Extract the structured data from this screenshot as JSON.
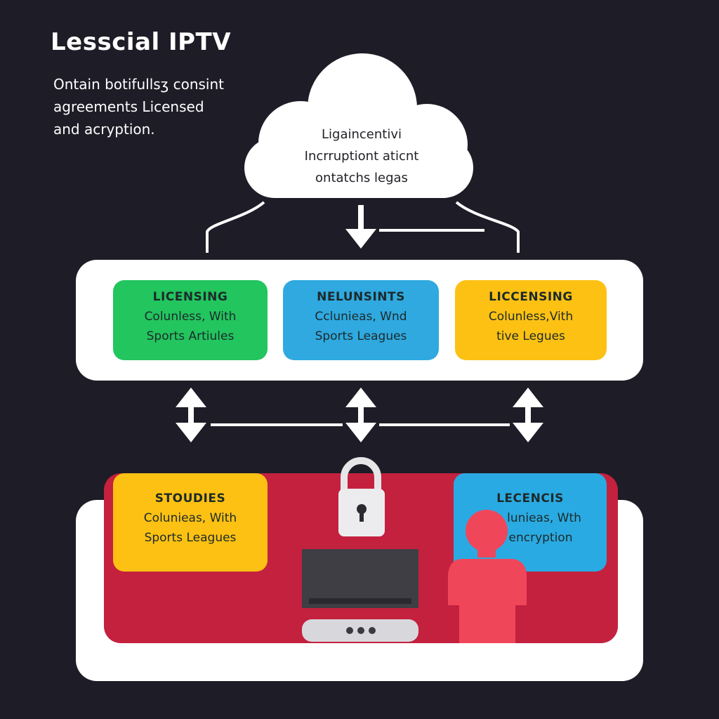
{
  "header": {
    "title": "Lesscial IPTV",
    "description_lines": [
      "Ontain botifullsʒ consint",
      "agreements Licensed",
      "and acryption."
    ]
  },
  "cloud": {
    "lines": [
      "Ligaincentivi",
      "Incrruptiont aticnt",
      "ontatchs legas"
    ]
  },
  "top_cards": [
    {
      "heading": "LICENSING",
      "lines": [
        "Colunless, With",
        "Sports Artiules"
      ],
      "color": "#22c55e"
    },
    {
      "heading": "NELUNSINTS",
      "lines": [
        "Cclunieas, Wnd",
        "Sports Leagues"
      ],
      "color": "#2fa9e0"
    },
    {
      "heading": "LICCENSING",
      "lines": [
        "Colunless,Vith",
        "tive Legues"
      ],
      "color": "#fcc113"
    }
  ],
  "bottom_cards": [
    {
      "heading": "STOUDIES",
      "lines": [
        "Colunieas, With",
        "Sports Leagues"
      ],
      "color": "#fcc113"
    },
    {
      "heading": "LECENCIS",
      "lines": [
        "lunieas, Wth",
        "encryption"
      ],
      "color": "#2aaae2"
    }
  ],
  "colors": {
    "background": "#1e1c26",
    "panel": "#ffffff",
    "red_area": "#c3213e",
    "person": "#f0465a",
    "monitor": "#3f3e45"
  },
  "icons": [
    "cloud-icon",
    "padlock-icon",
    "monitor-icon",
    "set-top-box-icon",
    "person-icon",
    "double-arrow-icon"
  ]
}
